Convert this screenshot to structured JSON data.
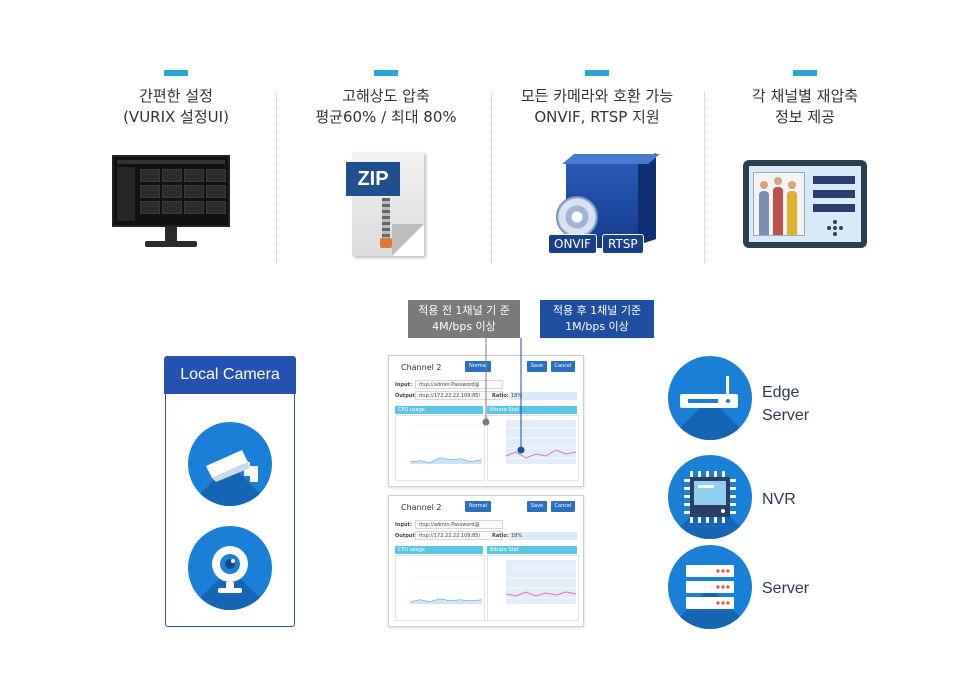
{
  "features": [
    {
      "line1": "간편한 설정",
      "line2": "(VURIX 설정UI)"
    },
    {
      "line1": "고해상도 압축",
      "line2": "평균60% / 최대 80%"
    },
    {
      "line1": "모든 카메라와 호환 가능",
      "line2": "ONVIF, RTSP 지원"
    },
    {
      "line1": "각 채널별 재압축",
      "line2": "정보 제공"
    }
  ],
  "zip_label": "ZIP",
  "box_tags": {
    "onvif": "ONVIF",
    "rtsp": "RTSP"
  },
  "local_camera": {
    "title": "Local Camera"
  },
  "before_tag": {
    "line1": "적용 전 1채널 기 준",
    "line2": "4M/bps 이상"
  },
  "after_tag": {
    "line1": "적용 후 1채널 기준",
    "line2": "1M/bps 이상"
  },
  "channels": [
    {
      "title": "Channel 2",
      "normal_btn": "Normal",
      "save_btn": "Save",
      "cancel_btn": "Cancel",
      "input_label": "Input:",
      "input_value": "rtsp://admin:Password@",
      "output_label": "Output:",
      "output_value": "rtsp://172.22.22.109:85/",
      "ratio_label": "Ratio:",
      "ratio_value": "18%",
      "cpu_header": "CPU usage",
      "bitrate_header": "Bitrate Stat"
    },
    {
      "title": "Channel 2",
      "normal_btn": "Normal",
      "save_btn": "Save",
      "cancel_btn": "Cancel",
      "input_label": "Input:",
      "input_value": "rtsp://admin:Password@",
      "output_label": "Output:",
      "output_value": "rtsp://172.22.22.109:85/",
      "ratio_label": "Ratio:",
      "ratio_value": "18%",
      "cpu_header": "CPU usage",
      "bitrate_header": "Bitrate Stat"
    }
  ],
  "devices": [
    {
      "line1": "Edge",
      "line2": "Server",
      "icon": "router-icon"
    },
    {
      "line1": "NVR",
      "line2": "",
      "icon": "chip-icon"
    },
    {
      "line1": "Server",
      "line2": "",
      "icon": "server-rack-icon"
    }
  ],
  "colors": {
    "accent": "#2aa6d6",
    "brand_blue": "#2352b0",
    "circle_blue": "#1a7fd6",
    "tag_gray": "#7a7a7a",
    "tag_blue": "#1e4ea0"
  }
}
